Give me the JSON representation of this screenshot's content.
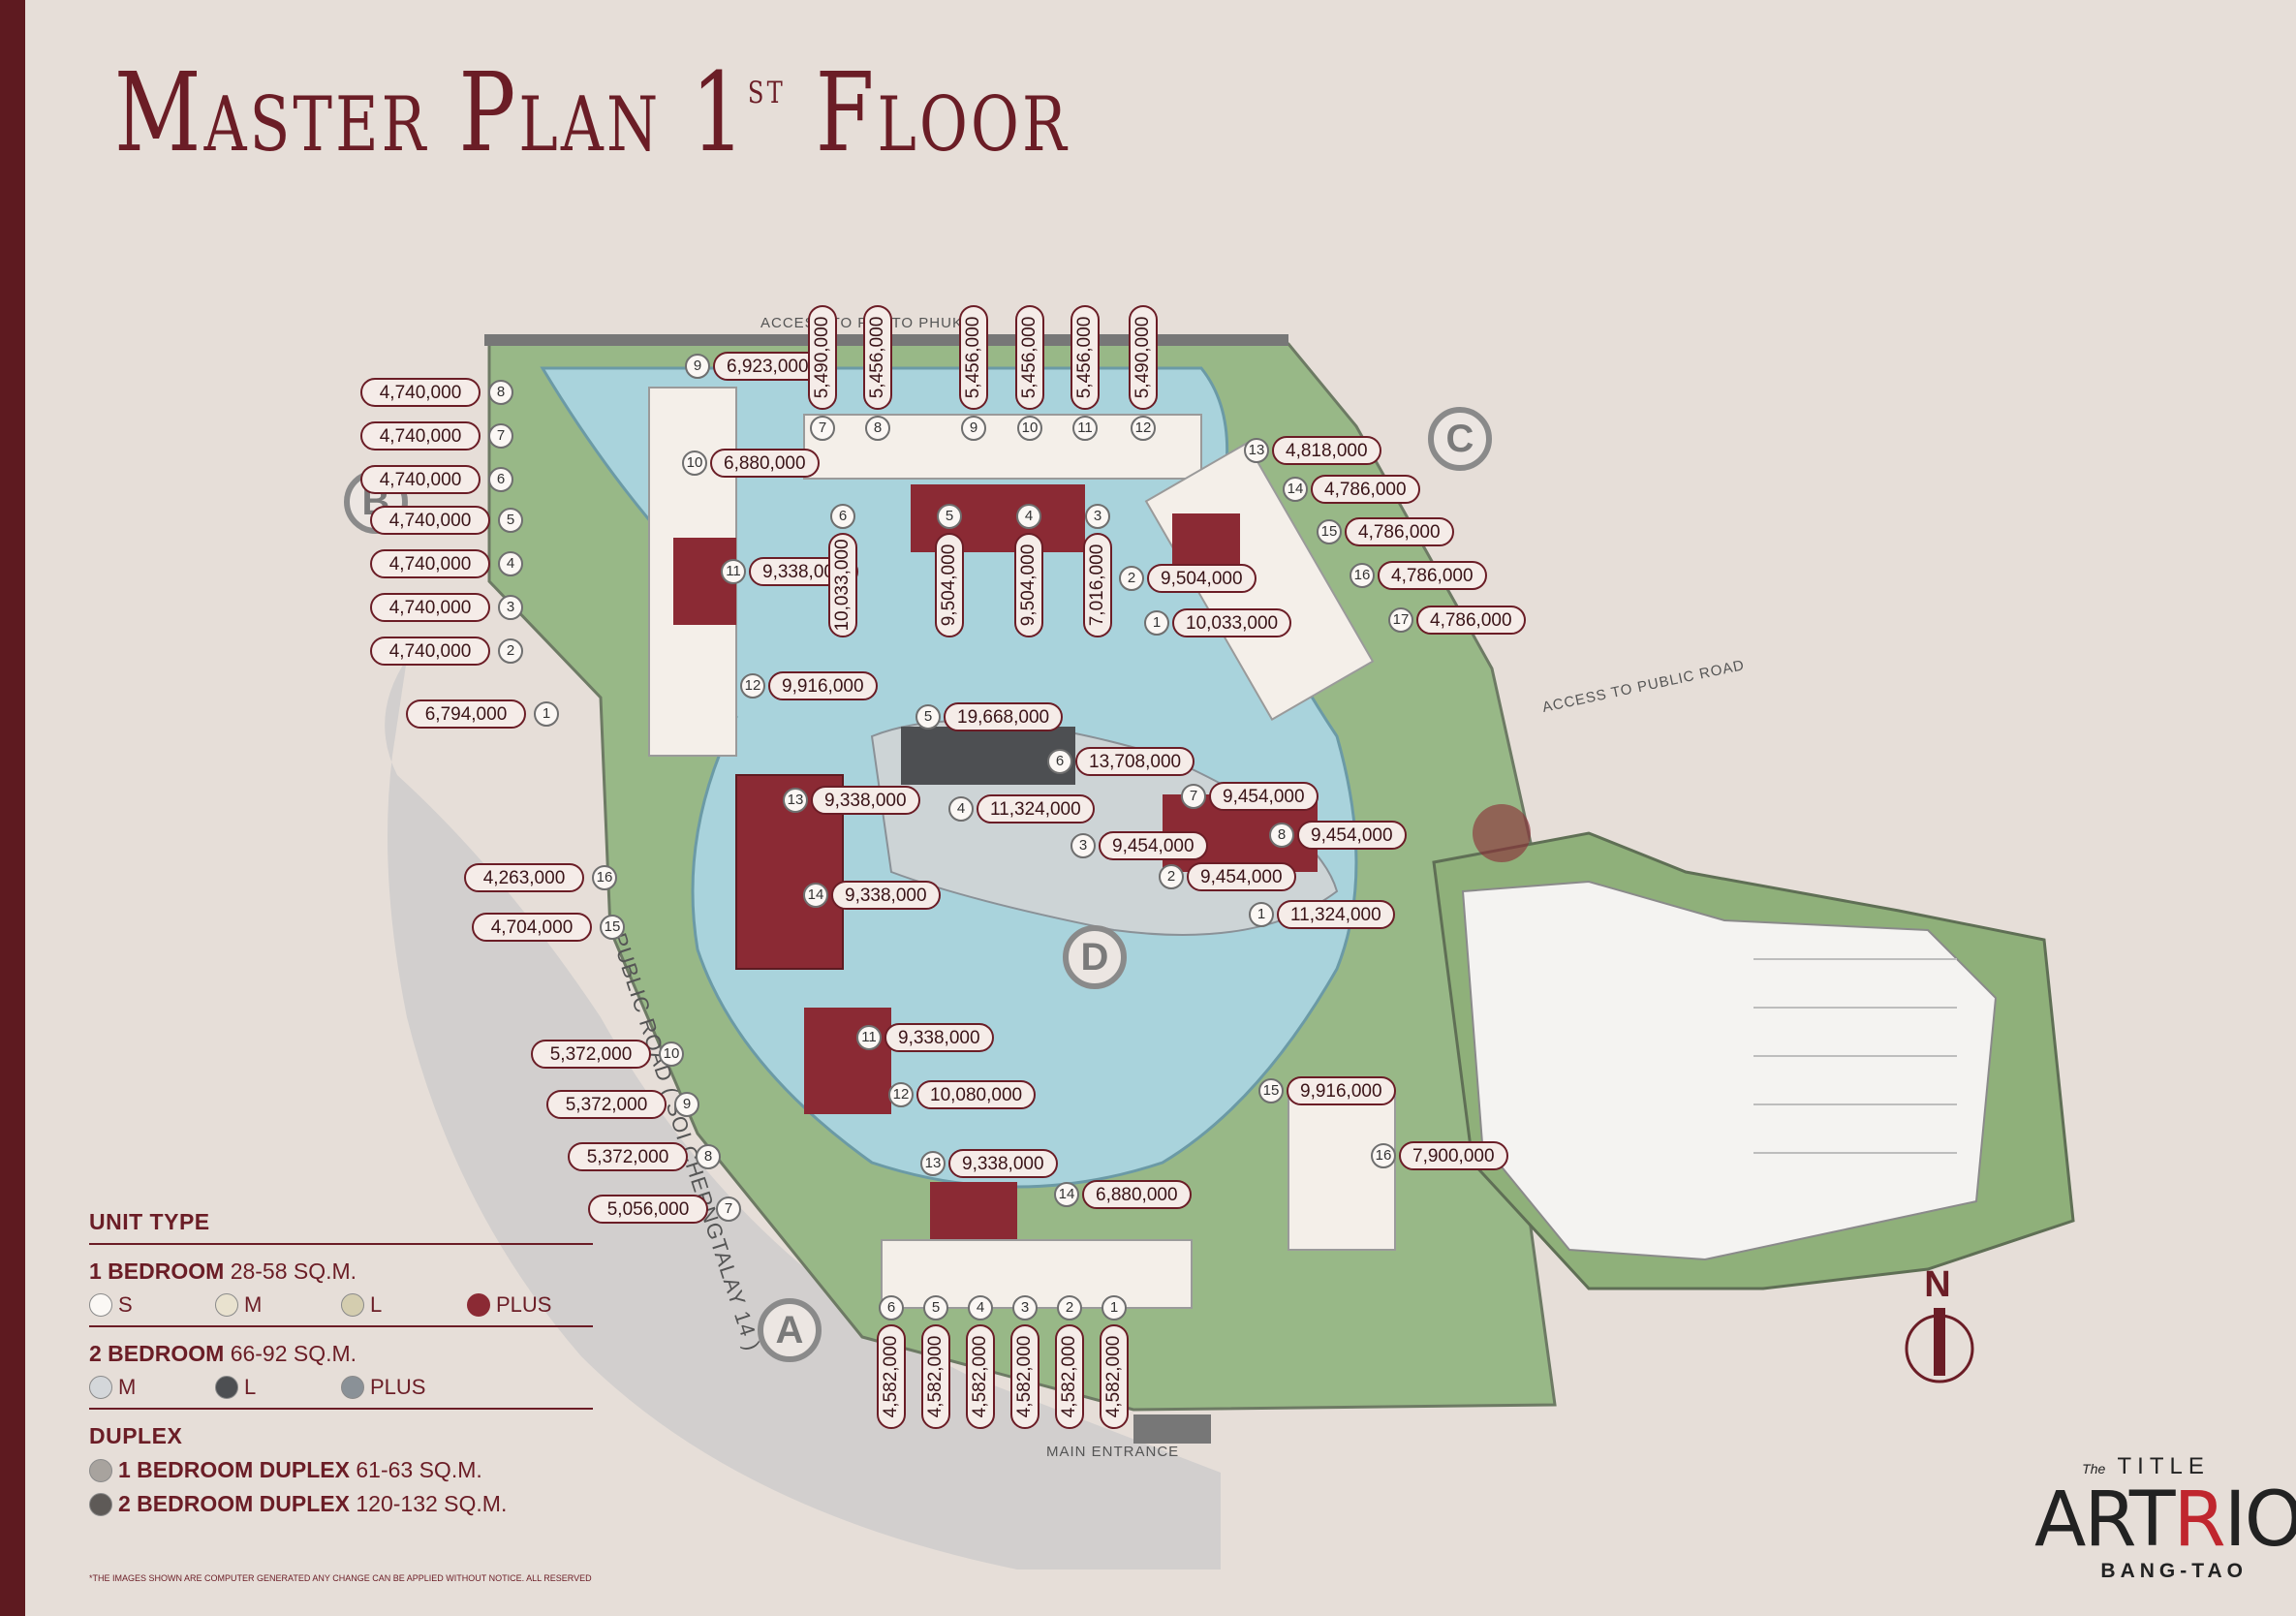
{
  "title": {
    "main": "Master Plan 1",
    "sup": "st",
    "rest": " Floor"
  },
  "roads": {
    "top": "ACCESS TO PORTO PHUKET",
    "right": "ACCESS TO PUBLIC ROAD",
    "bottom": "MAIN ENTRANCE",
    "left": "PUBLIC ROAD ( SOI CHERNGTALAY 14 )"
  },
  "zones": [
    "A",
    "B",
    "C",
    "D"
  ],
  "colors": {
    "accent": "#6b1d26",
    "plus": "#8b2a34",
    "water": "#a9d3dc",
    "green": "#8fb07a",
    "building": "#f4efe9"
  },
  "units": [
    {
      "n": "8",
      "price": "4,740,000"
    },
    {
      "n": "7",
      "price": "4,740,000"
    },
    {
      "n": "6",
      "price": "4,740,000"
    },
    {
      "n": "5",
      "price": "4,740,000"
    },
    {
      "n": "4",
      "price": "4,740,000"
    },
    {
      "n": "3",
      "price": "4,740,000"
    },
    {
      "n": "2",
      "price": "4,740,000"
    },
    {
      "n": "1",
      "price": "6,794,000"
    },
    {
      "n": "9",
      "price": "6,923,000"
    },
    {
      "n": "10",
      "price": "6,880,000"
    },
    {
      "n": "11",
      "price": "9,338,000"
    },
    {
      "n": "12",
      "price": "9,916,000"
    },
    {
      "n": "13",
      "price": "9,338,000"
    },
    {
      "n": "14",
      "price": "9,338,000"
    },
    {
      "n": "16",
      "price": "4,263,000"
    },
    {
      "n": "15",
      "price": "4,704,000"
    },
    {
      "n": "13",
      "price": "4,818,000"
    },
    {
      "n": "14",
      "price": "4,786,000"
    },
    {
      "n": "15",
      "price": "4,786,000"
    },
    {
      "n": "16",
      "price": "4,786,000"
    },
    {
      "n": "17",
      "price": "4,786,000"
    },
    {
      "n": "2",
      "price": "9,504,000"
    },
    {
      "n": "1",
      "price": "10,033,000"
    },
    {
      "n": "5",
      "price": "19,668,000"
    },
    {
      "n": "6",
      "price": "13,708,000"
    },
    {
      "n": "7",
      "price": "9,454,000"
    },
    {
      "n": "8",
      "price": "9,454,000"
    },
    {
      "n": "4",
      "price": "11,324,000"
    },
    {
      "n": "3",
      "price": "9,454,000"
    },
    {
      "n": "2",
      "price": "9,454,000"
    },
    {
      "n": "1",
      "price": "11,324,000"
    },
    {
      "n": "11",
      "price": "9,338,000"
    },
    {
      "n": "12",
      "price": "10,080,000"
    },
    {
      "n": "10",
      "price": "5,372,000"
    },
    {
      "n": "9",
      "price": "5,372,000"
    },
    {
      "n": "8",
      "price": "5,372,000"
    },
    {
      "n": "7",
      "price": "5,056,000"
    },
    {
      "n": "13",
      "price": "9,338,000"
    },
    {
      "n": "14",
      "price": "6,880,000"
    },
    {
      "n": "15",
      "price": "9,916,000"
    },
    {
      "n": "16",
      "price": "7,900,000"
    }
  ],
  "vunits": [
    {
      "n": "7",
      "price": "5,490,000"
    },
    {
      "n": "8",
      "price": "5,456,000"
    },
    {
      "n": "9",
      "price": "5,456,000"
    },
    {
      "n": "10",
      "price": "5,456,000"
    },
    {
      "n": "11",
      "price": "5,456,000"
    },
    {
      "n": "12",
      "price": "5,490,000"
    },
    {
      "n": "6",
      "price": "10,033,000"
    },
    {
      "n": "5",
      "price": "9,504,000"
    },
    {
      "n": "4",
      "price": "9,504,000"
    },
    {
      "n": "3",
      "price": "7,016,000"
    },
    {
      "n": "6",
      "price": "4,582,000"
    },
    {
      "n": "5",
      "price": "4,582,000"
    },
    {
      "n": "4",
      "price": "4,582,000"
    },
    {
      "n": "3",
      "price": "4,582,000"
    },
    {
      "n": "2",
      "price": "4,582,000"
    },
    {
      "n": "1",
      "price": "4,582,000"
    }
  ],
  "legend": {
    "heading": "UNIT TYPE",
    "one_bed": "1 BEDROOM",
    "one_bed_size": "28-58 SQ.M.",
    "one_bed_types": [
      {
        "label": "S",
        "color": "#fbf8f5"
      },
      {
        "label": "M",
        "color": "#e9e2cf"
      },
      {
        "label": "L",
        "color": "#d4cdaf"
      },
      {
        "label": "PLUS",
        "color": "#8b2a34"
      }
    ],
    "two_bed": "2 BEDROOM",
    "two_bed_size": "66-92 SQ.M.",
    "two_bed_types": [
      {
        "label": "M",
        "color": "#d4d7da"
      },
      {
        "label": "L",
        "color": "#4d4f52"
      },
      {
        "label": "PLUS",
        "color": "#8a9197"
      }
    ],
    "duplex": "DUPLEX",
    "duplex_1": "1 BEDROOM DUPLEX",
    "duplex_1_size": "61-63 SQ.M.",
    "duplex_1_color": "#a8a39e",
    "duplex_2": "2 BEDROOM DUPLEX",
    "duplex_2_size": "120-132 SQ.M.",
    "duplex_2_color": "#5e5a57"
  },
  "disclaimer": "*THE IMAGES SHOWN ARE COMPUTER GENERATED ANY CHANGE CAN BE APPLIED WITHOUT NOTICE. ALL RESERVED",
  "brand": {
    "the": "The",
    "title": "TITLE",
    "name_a": "ART",
    "name_r": "R",
    "name_b": "IO",
    "location": "BANG-TAO"
  },
  "north": "N"
}
